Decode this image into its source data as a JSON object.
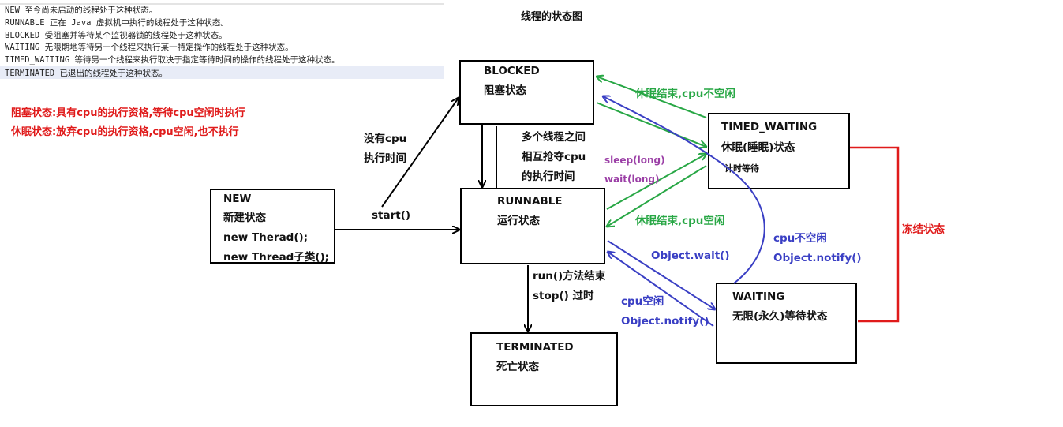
{
  "title": "线程的状态图",
  "notes": [
    "NEW 至今尚未启动的线程处于这种状态。",
    "RUNNABLE 正在 Java 虚拟机中执行的线程处于这种状态。",
    "BLOCKED 受阻塞并等待某个监视器锁的线程处于这种状态。",
    "WAITING 无限期地等待另一个线程来执行某一特定操作的线程处于这种状态。",
    "TIMED_WAITING 等待另一个线程来执行取决于指定等待时间的操作的线程处于这种状态。",
    "TERMINATED 已退出的线程处于这种状态。"
  ],
  "red_notes": [
    "阻塞状态:具有cpu的执行资格,等待cpu空闲时执行",
    "休眠状态:放弃cpu的执行资格,cpu空闲,也不执行"
  ],
  "states": {
    "new": {
      "name": "NEW",
      "desc": "新建状态",
      "line3": "new Therad();",
      "line4": "new Thread子类();"
    },
    "runnable": {
      "name": "RUNNABLE",
      "desc": "运行状态"
    },
    "blocked": {
      "name": "BLOCKED",
      "desc": "阻塞状态"
    },
    "timed_waiting": {
      "name": "TIMED_WAITING",
      "desc": "休眠(睡眠)状态",
      "sub": "计时等待"
    },
    "waiting": {
      "name": "WAITING",
      "desc": "无限(永久)等待状态"
    },
    "terminated": {
      "name": "TERMINATED",
      "desc": "死亡状态"
    }
  },
  "edge_labels": {
    "no_cpu_1": "没有cpu",
    "no_cpu_2": "执行时间",
    "start": "start()",
    "compete_1": "多个线程之间",
    "compete_2": "相互抢夺cpu",
    "compete_3": "的执行时间",
    "sleep_long": "sleep(long)",
    "wait_long": "wait(long)",
    "sleep_end_busy": "休眠结束,cpu不空闲",
    "sleep_end_idle": "休眠结束,cpu空闲",
    "obj_wait": "Object.wait()",
    "cpu_busy": "cpu不空闲",
    "obj_notify_1": "Object.notify()",
    "cpu_idle": "cpu空闲",
    "obj_notify_2": "Object.notify()",
    "run_end": "run()方法结束",
    "stop": "stop() 过时",
    "frozen": "冻结状态"
  },
  "colors": {
    "green": "#28a745",
    "blue": "#3a3fc4",
    "red": "#e01b1b",
    "purple": "#9b3fa6",
    "note_highlight": "#e8ecf7"
  }
}
